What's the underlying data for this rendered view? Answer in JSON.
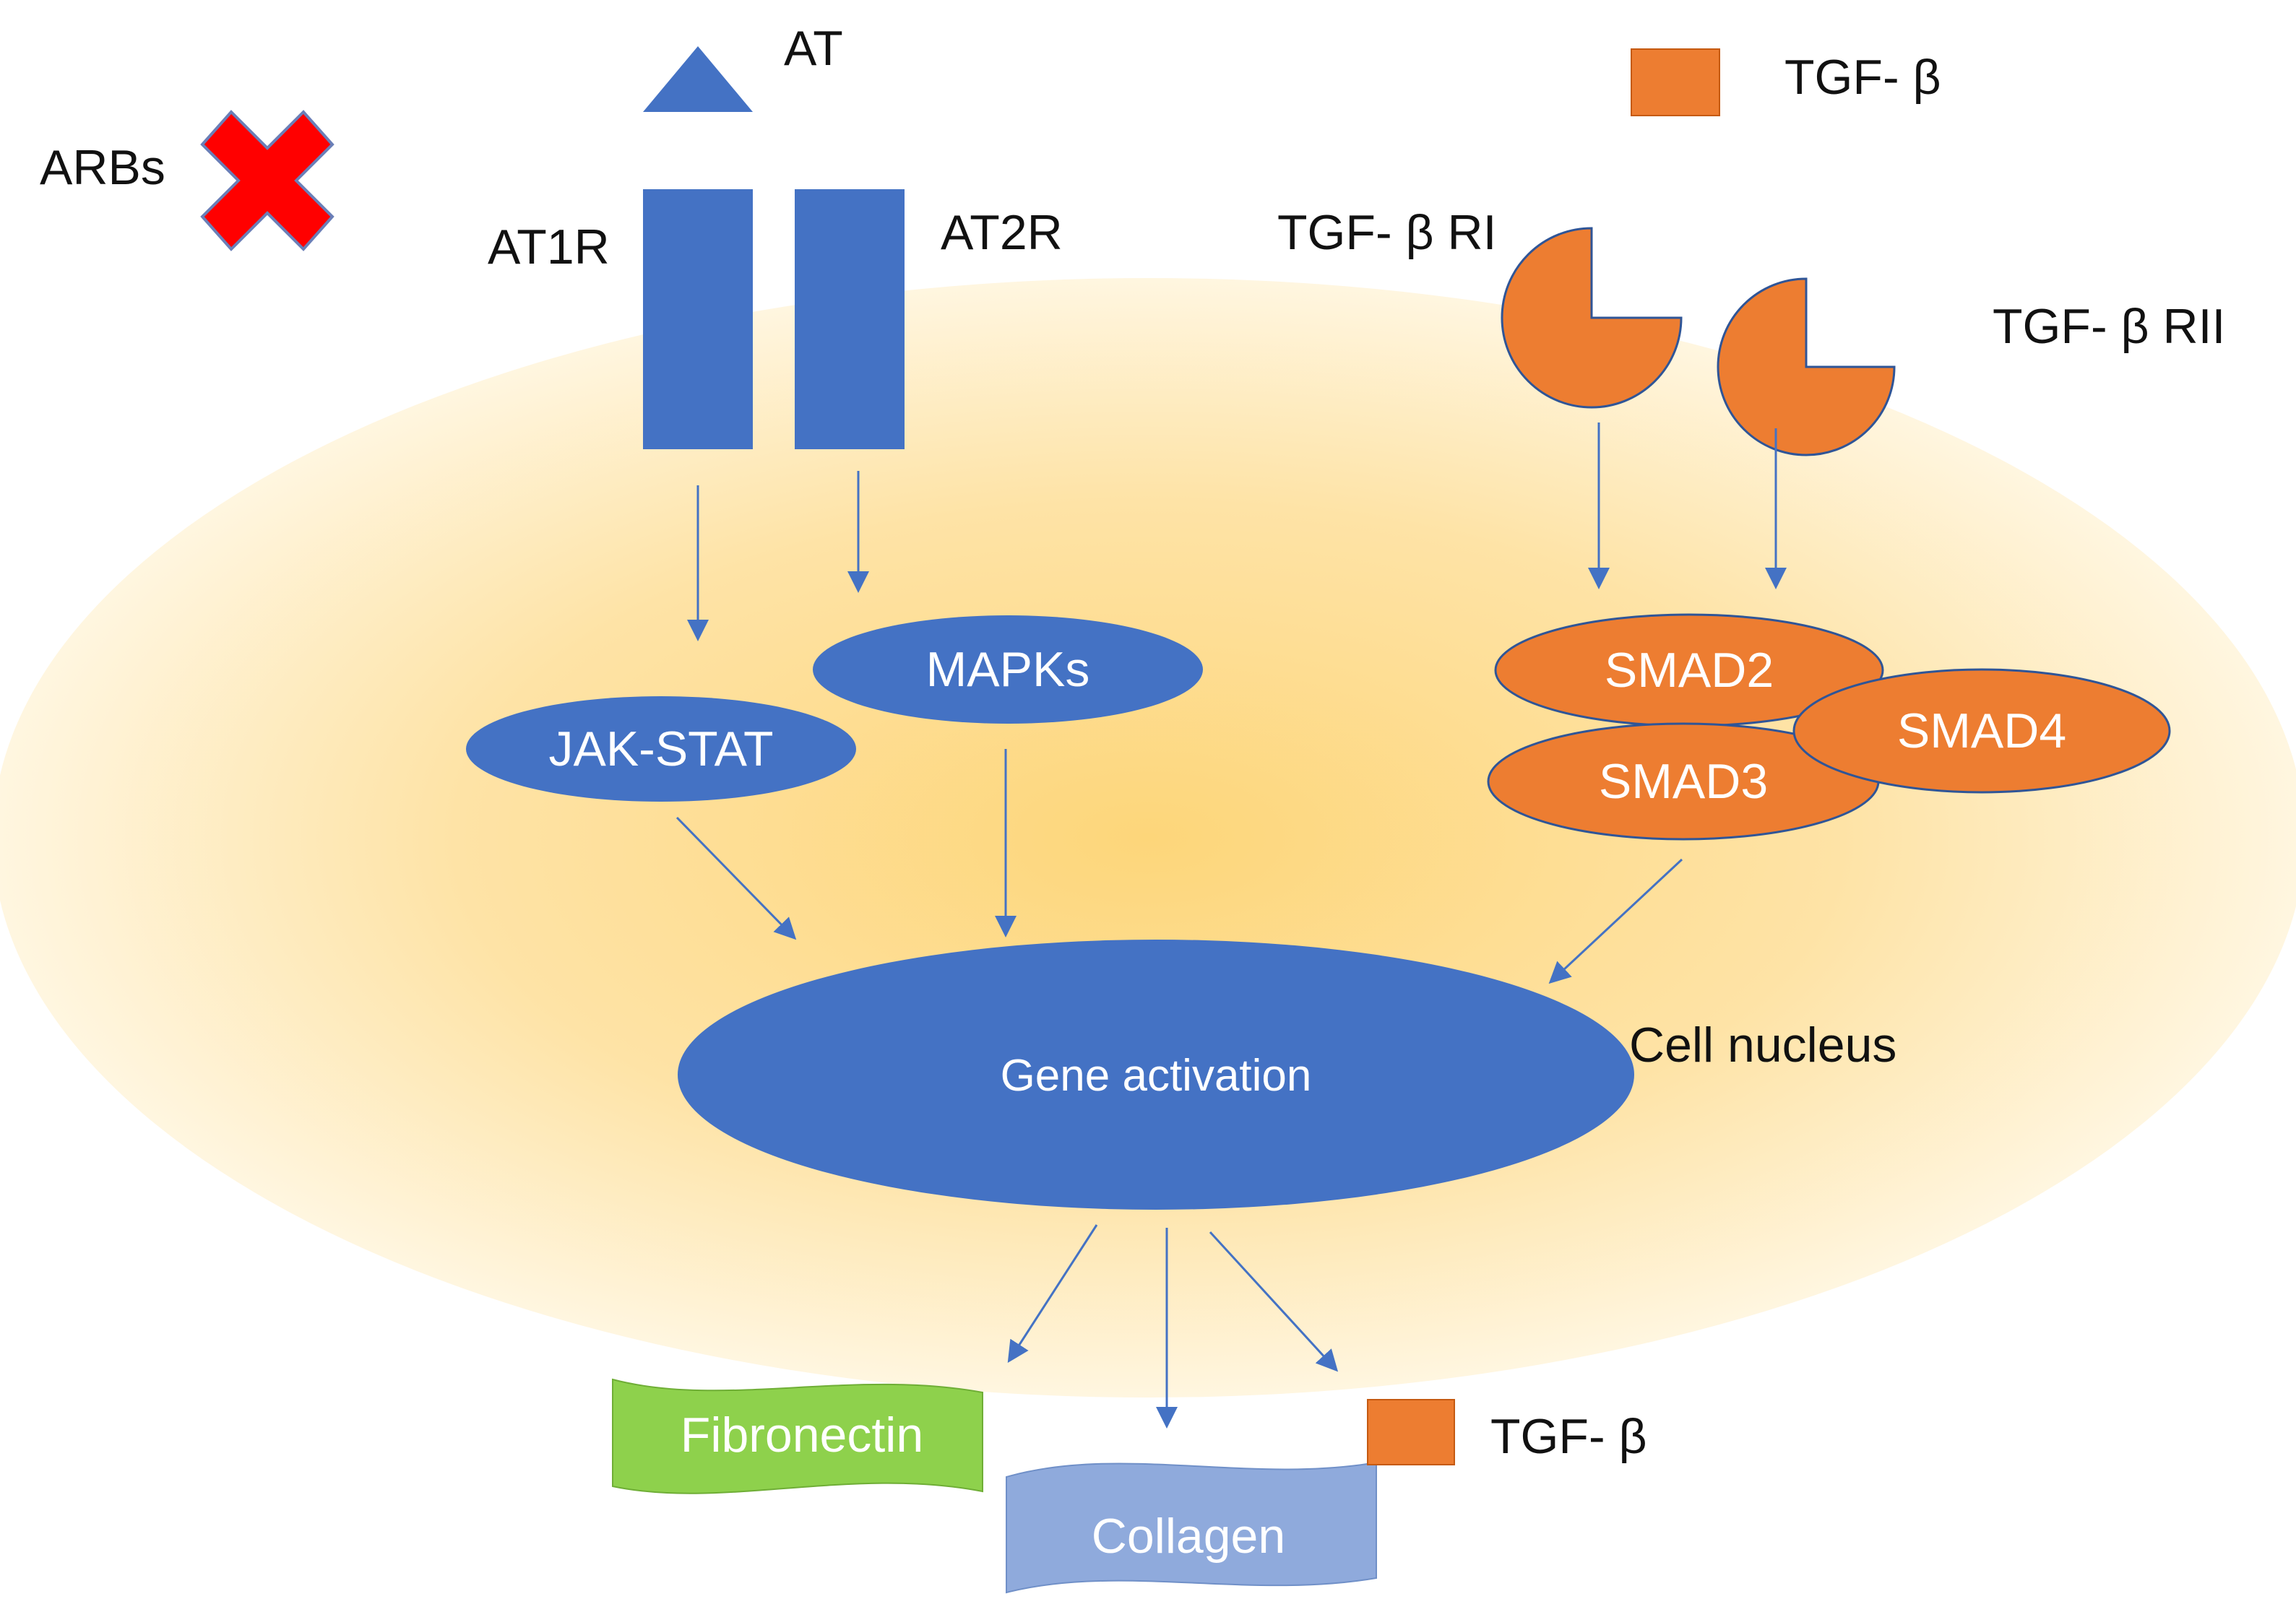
{
  "labels": {
    "arbs": "ARBs",
    "at": "AT",
    "at1r": "AT1R",
    "at2r": "AT2R",
    "tgf_beta_legend": "TGF- β",
    "tgf_beta_ri": "TGF- β RI",
    "tgf_beta_rii": "TGF- β RII",
    "jak_stat": "JAK-STAT",
    "mapks": "MAPKs",
    "smad2": "SMAD2",
    "smad3": "SMAD3",
    "smad4": "SMAD4",
    "gene_activation": "Gene activation",
    "cell_nucleus": "Cell nucleus",
    "fibronectin": "Fibronectin",
    "collagen": "Collagen",
    "tgf_beta_output": "TGF- β"
  },
  "colors": {
    "blue": "#4472C4",
    "orange": "#ED7D31",
    "green": "#8ED14C",
    "light_blue": "#8FAADC",
    "red_cross": "#FF0000",
    "cell_center": "#FDD67A",
    "cell_edge": "#FFF6DC"
  },
  "icons": {
    "arbs_marker": "red-x-cross-icon",
    "at_ligand": "triangle-icon",
    "tgf_beta": "square-icon",
    "tgf_receptor": "pie-cut-icon"
  }
}
